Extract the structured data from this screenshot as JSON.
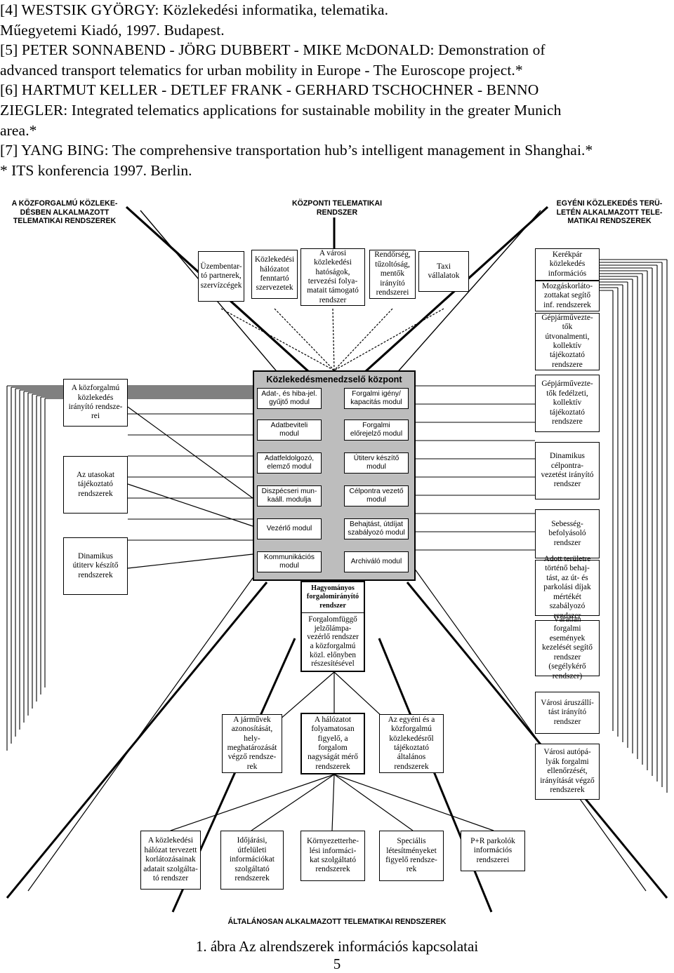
{
  "references": [
    {
      "a": "[4] WESTSIK GYÖRGY: Közlekedési informatika, telematika.",
      "b": "Műegyetemi Kiadó, 1997. Budapest."
    },
    {
      "a": "[5] PETER SONNABEND - JÖRG DUBBERT - MIKE McDONALD: Demonstration of",
      "b": "advanced transport telematics for urban mobility in Europe - The Euroscope project.*"
    },
    {
      "a": "[6] HARTMUT KELLER - DETLEF FRANK - GERHARD TSCHOCHNER - BENNO",
      "b": "ZIEGLER: Integrated telematics applications for sustainable mobility in the greater Munich",
      "c": "area.*"
    },
    {
      "a": "[7] YANG BING: The comprehensive transportation hub’s intelligent management in Shanghai.*"
    }
  ],
  "footnote": "* ITS konferencia 1997. Berlin.",
  "headers": {
    "left": "A KÖZFORGALMÚ KÖZLEKE-\nDÉSBEN ALKALMAZOTT\nTELEMATIKAI RENDSZEREK",
    "center": "KÖZPONTI TELEMATIKAI\nRENDSZER",
    "right": "EGYÉNI KÖZLEKEDÉS TERÜ-\nLETÉN ALKALMAZOTT TELE-\nMATIKAI RENDSZEREK",
    "bottom": "ÁLTALÁNOSAN ALKALMAZOTT TELEMATIKAI RENDSZEREK"
  },
  "top_boxes": [
    "Üzembentar-\ntó partnerek,\nszervízcégek",
    "Közlekedési\nhálózatot\nfenntartó\nszervezetek",
    "A városi\nközlekedési\nhatóságok,\ntervezési folya-\nmatait támogató\nrendszer",
    "Rendőrség,\ntűzoltóság,\nmentők\nirányító\nrendszerei",
    "Taxi\nvállalatok"
  ],
  "left_boxes": [
    "A közforgalmú\nközlekedés\nirányító rendsze-\nrei",
    "Az utasokat\ntájékoztató\nrendszerek",
    "Dinamikus\nútiterv készítő\nrendszerek"
  ],
  "right_boxes": [
    "Kerékpár\nközlekedés\ninformációs",
    "Mozgáskorláto-\nzottakat segítő\ninf. rendszerek",
    "Gépjárművezte-\ntők\nútvonalmenti,\nkollektív\ntájékoztató\nrendszere",
    "Gépjárművezte-\ntők fedélzeti,\nkollektív\ntájékoztató\nrendszere",
    "Dinamikus\ncélpontra-\nvezetést irányító\nrendszer",
    "Sebesség-\nbefolyásoló\nrendszer",
    "Adott területre\ntörténő behaj-\ntást, az út- és\nparkolási díjak\nmértékét\nszabályozó\nrendszer",
    "Váratlan\nforgalmi\nesemények\nkezelését segítő\nrendszer\n(segélykérő\nrendszer)",
    "Városi áruszállí-\ntást irányító\nrendszer",
    "Városi autópá-\nlyák forgalmi\nellenőrzését,\nirányítását végző\nrendszerek"
  ],
  "center": {
    "title": "Közlekedésmenedzselő központ",
    "left_modules": [
      "Adat-, és hiba-jel.\ngyűjtő modul",
      "Adatbeviteli\nmodul",
      "Adatfeldolgozó,\nelemző modul",
      "Diszpécseri mun-\nkaáll. modulja",
      "Vezérlő modul",
      "Kommunikációs\nmodul"
    ],
    "right_modules": [
      "Forgalmi igény/\nkapacitás modul",
      "Forgalmi\nelőrejelző modul",
      "Útiterv készítő\nmodul",
      "Célpontra vezető\nmodul",
      "Behajtást, útdíjat\nszabályozó modul",
      "Archiváló modul"
    ]
  },
  "traffic_control": {
    "title": "Hagyományos\nforgalomirányító\nrendszer",
    "body": "Forgalomfüggő\njelzőlámpa-\nvezérlő rendszer\na közforgalmú\nközl. előnyben\nrészesítésével"
  },
  "middle_boxes": [
    "A járművek\nazonosítását,\nhely-\nmeghatározását\nvégző rendsze-\nrek",
    "A hálózatot\nfolyamatosan\nfigyelő, a\nforgalom\nnagyságát mérő\nrendszerek",
    "Az egyéni és a\nközforgalmú\nközlekedésről\ntájékoztató\náltalános\nrendszerek"
  ],
  "bottom_boxes": [
    "A közlekedési\nhálózat tervezett\nkorlátozásainak\nadatait szolgálta-\ntó rendszer",
    "Időjárási,\nútfelületi\ninformációkat\nszolgáltató\nrendszerek",
    "Környezetterhe-\nlési informáci-\nkat szolgáltató\nrendszerek",
    "Speciális\nlétesítményeket\nfigyelő rendsze-\nrek",
    "P+R parkolók\ninformációs\nrendszerei"
  ],
  "caption": "1. ábra Az alrendszerek információs kapcsolatai",
  "page_number": "5"
}
